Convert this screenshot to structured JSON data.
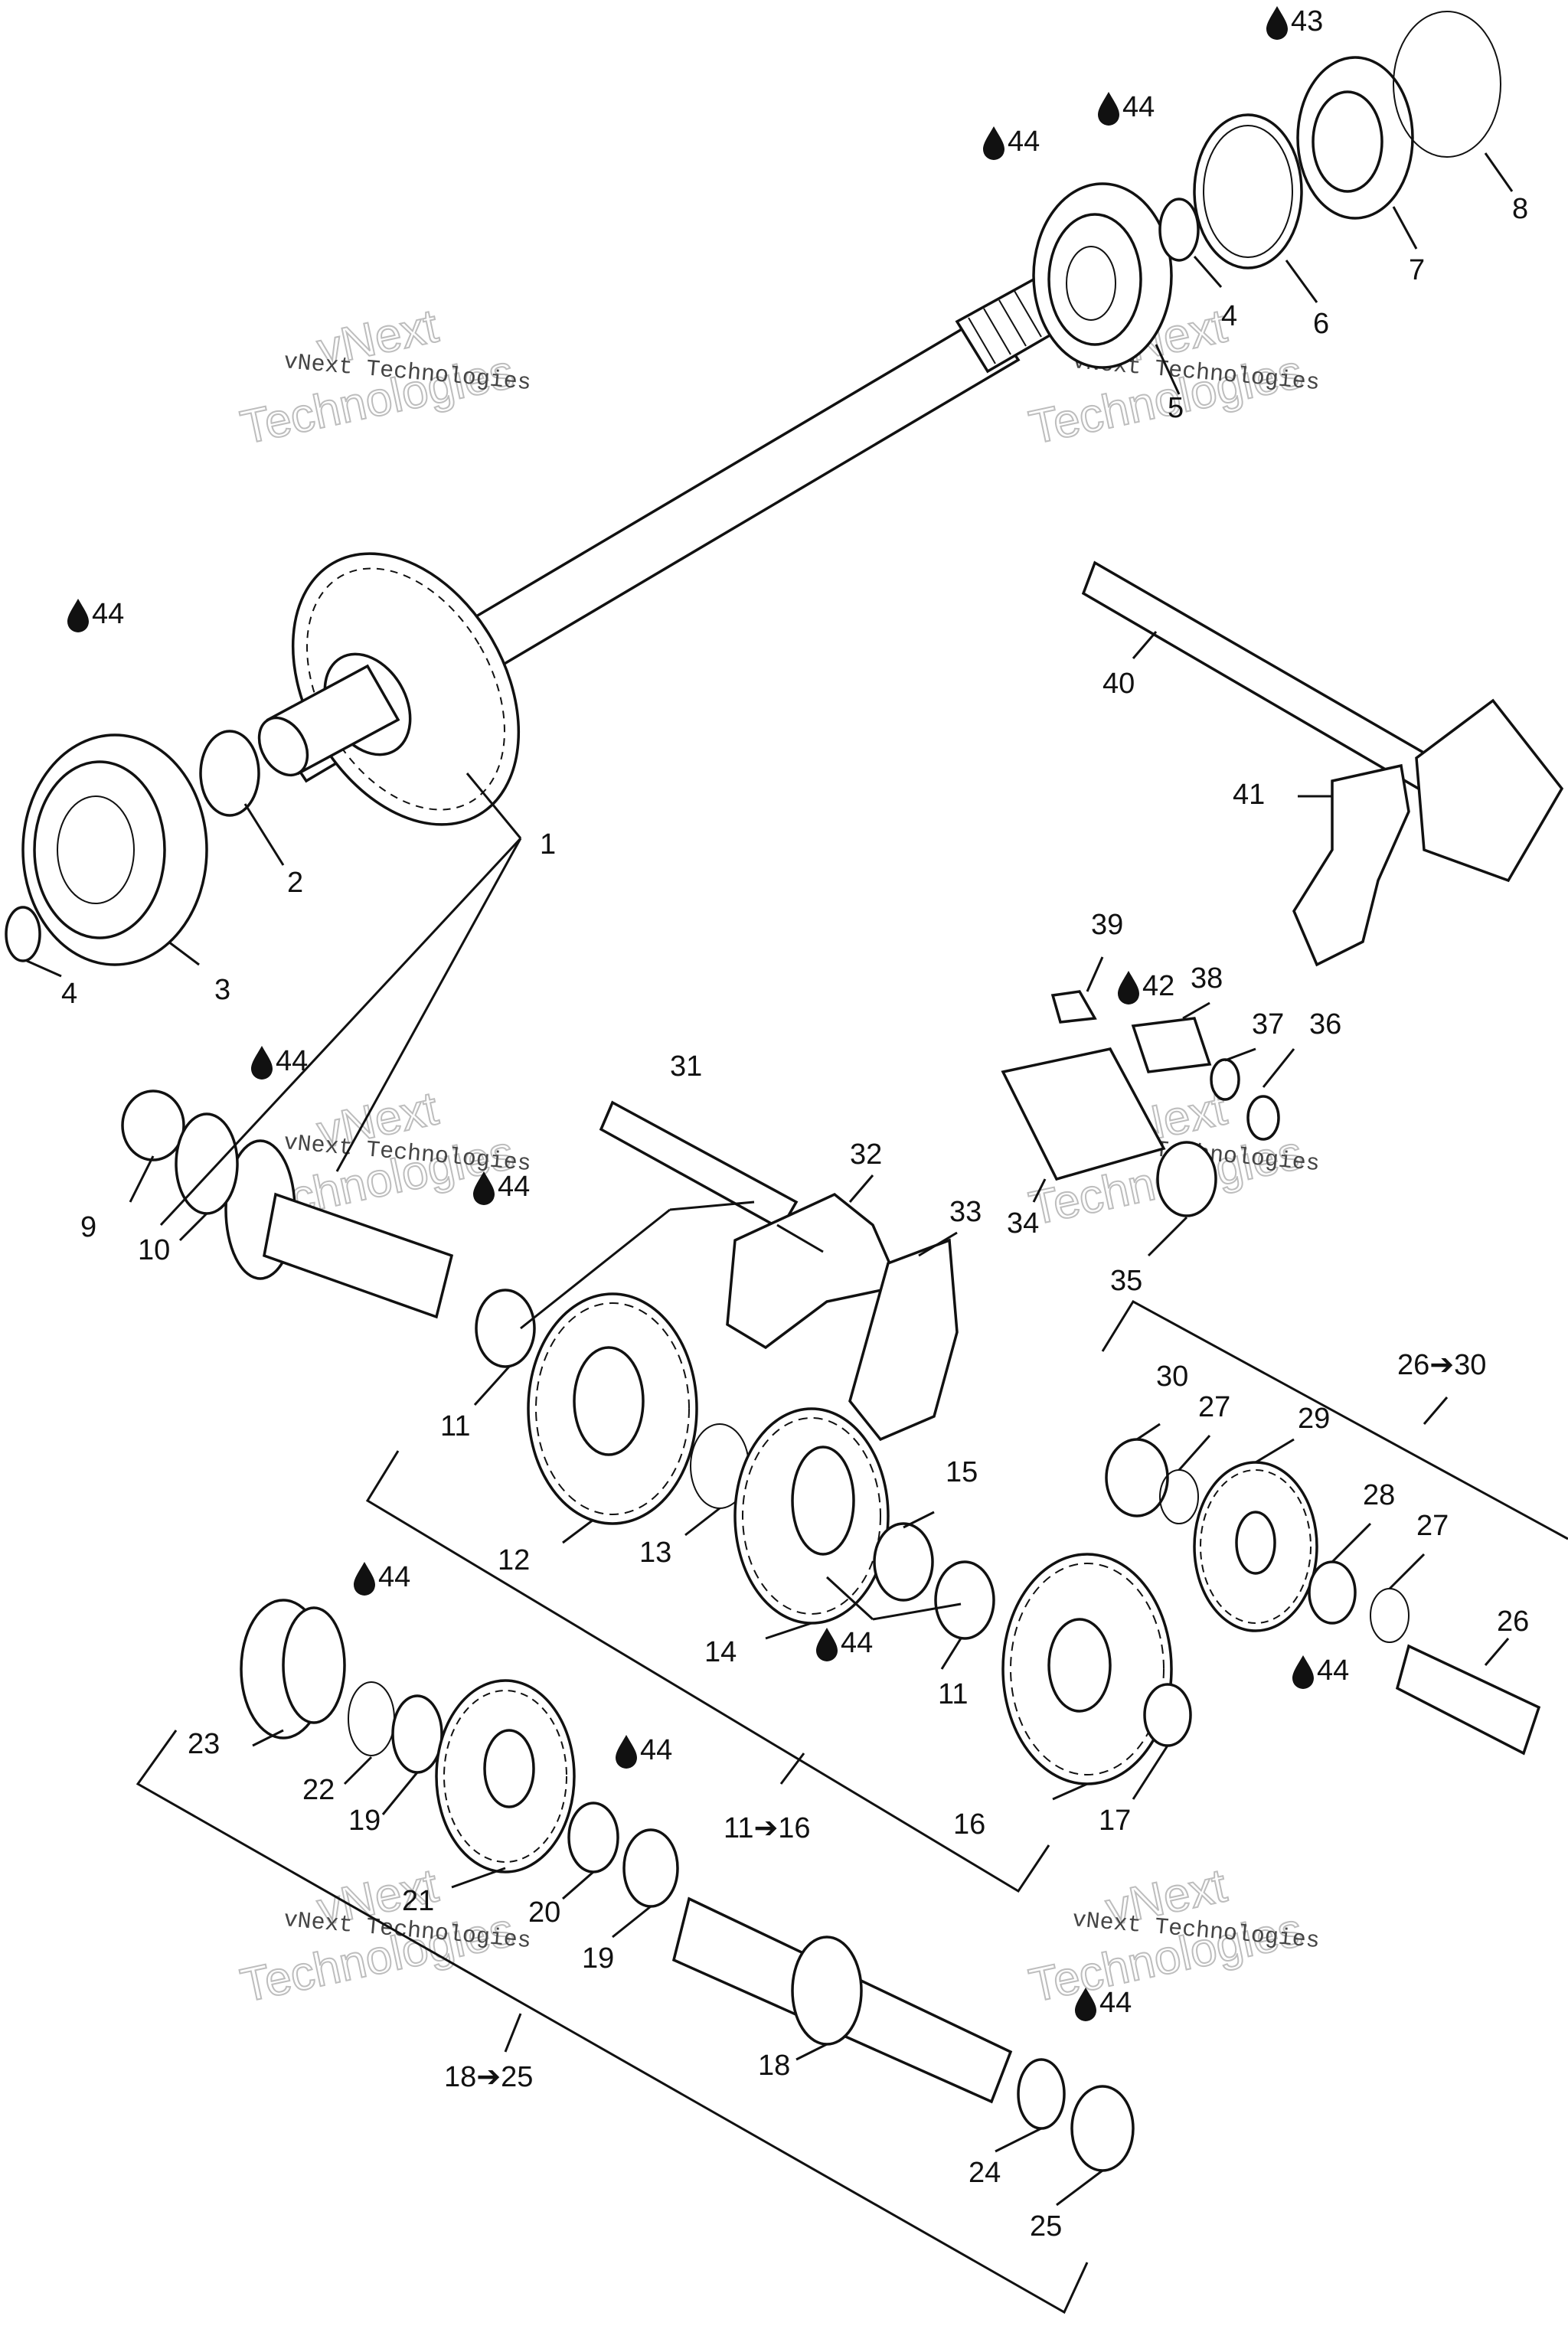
{
  "callouts": {
    "c1": "1",
    "c2": "2",
    "c3": "3",
    "c4a": "4",
    "c4b": "4",
    "c5": "5",
    "c6": "6",
    "c7": "7",
    "c8": "8",
    "c9": "9",
    "c10": "10",
    "c11a": "11",
    "c11b": "11",
    "c12": "12",
    "c13": "13",
    "c14": "14",
    "c15": "15",
    "c16": "16",
    "c17": "17",
    "c18": "18",
    "c19a": "19",
    "c19b": "19",
    "c20": "20",
    "c21": "21",
    "c22": "22",
    "c23": "23",
    "c24": "24",
    "c25": "25",
    "c26": "26",
    "c27a": "27",
    "c27b": "27",
    "c28": "28",
    "c29": "29",
    "c30": "30",
    "c31": "31",
    "c32": "32",
    "c33": "33",
    "c34": "34",
    "c35": "35",
    "c36": "36",
    "c37": "37",
    "c38": "38",
    "c39": "39",
    "c40": "40",
    "c41": "41"
  },
  "groups": {
    "g26_30": "26➔30",
    "g11_16": "11➔16",
    "g18_25": "18➔25"
  },
  "lubricants": {
    "l43": "43",
    "l44_top_small": "44",
    "l44_top_bearing": "44",
    "l44_left_bearing": "44",
    "l44_shaft_washer": "44",
    "l44_mid_bearing": "44",
    "l44_mid_needle": "44",
    "l44_lower_right": "44",
    "l44_lower_left": "44",
    "l44_lower_needle": "44",
    "l44_bottom_right": "44",
    "l42": "42"
  },
  "watermark": {
    "brand_small": "vNext Technologies",
    "brand_line1": "vNext",
    "brand_line2": "Technologies"
  }
}
